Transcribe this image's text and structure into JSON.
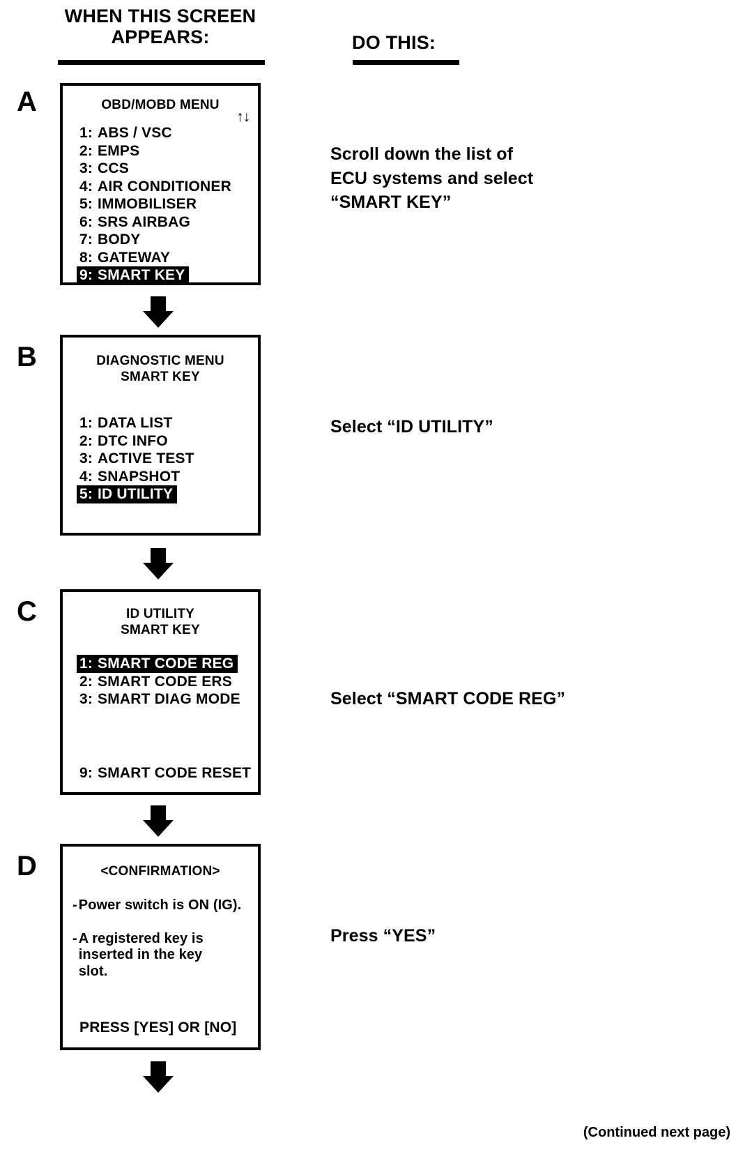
{
  "headers": {
    "left": "WHEN THIS\nSCREEN APPEARS:",
    "right": "DO THIS:"
  },
  "steps": [
    {
      "letter": "A",
      "screen": {
        "title": "OBD/MOBD MENU",
        "scroll_icon": "↑↓",
        "items": [
          {
            "num": "1:",
            "label": "ABS / VSC",
            "selected": false
          },
          {
            "num": "2:",
            "label": "EMPS",
            "selected": false
          },
          {
            "num": "3:",
            "label": "CCS",
            "selected": false
          },
          {
            "num": "4:",
            "label": "AIR CONDITIONER",
            "selected": false
          },
          {
            "num": "5:",
            "label": "IMMOBILISER",
            "selected": false
          },
          {
            "num": "6:",
            "label": "SRS AIRBAG",
            "selected": false
          },
          {
            "num": "7:",
            "label": "BODY",
            "selected": false
          },
          {
            "num": "8:",
            "label": "GATEWAY",
            "selected": false
          },
          {
            "num": "9:",
            "label": "SMART KEY",
            "selected": true
          }
        ]
      },
      "instruction": "Scroll down the list of\nECU systems and select\n“SMART KEY”"
    },
    {
      "letter": "B",
      "screen": {
        "title": "DIAGNOSTIC MENU\nSMART KEY",
        "items": [
          {
            "num": "1:",
            "label": "DATA LIST",
            "selected": false
          },
          {
            "num": "2:",
            "label": "DTC INFO",
            "selected": false
          },
          {
            "num": "3:",
            "label": "ACTIVE TEST",
            "selected": false
          },
          {
            "num": "4:",
            "label": "SNAPSHOT",
            "selected": false
          },
          {
            "num": "5:",
            "label": "ID UTILITY",
            "selected": true
          }
        ]
      },
      "instruction": "Select “ID UTILITY”"
    },
    {
      "letter": "C",
      "screen": {
        "title": "ID UTILITY\nSMART KEY",
        "items": [
          {
            "num": "1:",
            "label": "SMART CODE REG",
            "selected": true
          },
          {
            "num": "2:",
            "label": "SMART CODE ERS",
            "selected": false
          },
          {
            "num": "3:",
            "label": "SMART DIAG MODE",
            "selected": false
          }
        ],
        "footer_item": {
          "num": "9:",
          "label": "SMART CODE RESET",
          "selected": false
        }
      },
      "instruction": "Select “SMART CODE REG”"
    },
    {
      "letter": "D",
      "screen": {
        "title": "<CONFIRMATION>",
        "bullets": [
          "Power switch is ON (IG).",
          "A registered key is\ninserted in the key\nslot."
        ],
        "bullet_dash": "-",
        "prompt": "PRESS [YES] OR [NO]"
      },
      "instruction": "Press “YES”"
    }
  ],
  "footer": "(Continued next page)"
}
